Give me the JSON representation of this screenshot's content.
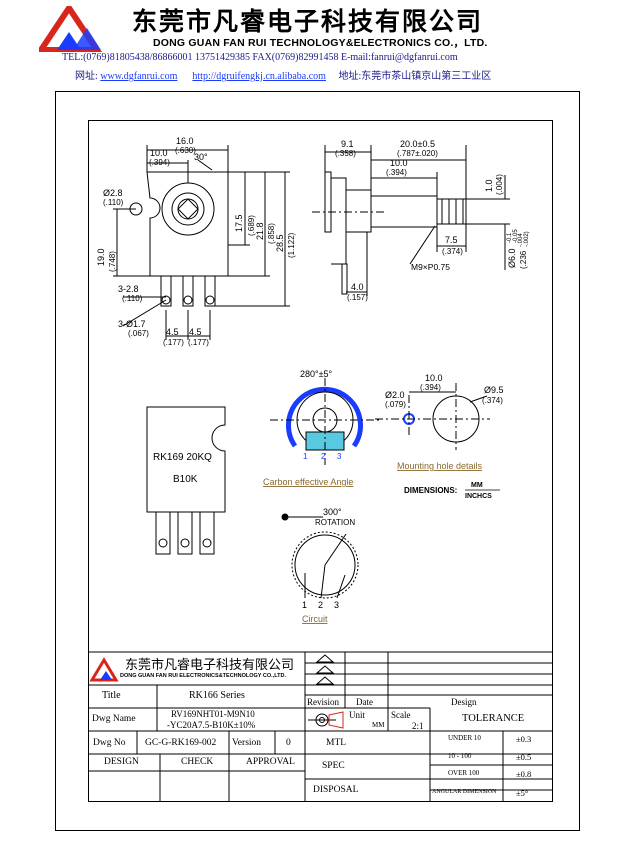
{
  "header": {
    "company_cn": "东莞市凡睿电子科技有限公司",
    "company_en": "DONG GUAN FAN RUI TECHNOLOGY&ELECTRONICS CO.，LTD.",
    "contact_line": "TEL:(0769)81805438/86866001 13751429385 FAX(0769)82991458   E-mail:fanrui@dgfanrui.com",
    "web_label": "网址:",
    "web_url1": "www.dgfanrui.com",
    "web_url2": "http://dgruifengkj.cn.alibaba.com",
    "address": "地址:东莞市茶山镇京山第三工业区",
    "colors": {
      "logo_red": "#d9261c",
      "link_blue": "#1a3cff",
      "text_navy": "#1a1a8c"
    }
  },
  "drawing": {
    "dims_front": [
      "16.0",
      "(.630)",
      "10.0",
      "(.394)",
      "30°",
      "Ø2.8",
      "(.110)",
      "17.5",
      "(.689)",
      "21.8",
      "(.858)",
      "28.5",
      "(1.122)",
      "19.0",
      "(.748)",
      "3-2.8",
      "(.110)",
      "3-Ø1.7",
      "(.067)",
      "4.5",
      "(.177)",
      "4.5",
      "(.177)"
    ],
    "dims_side": [
      "9.1",
      "(.358)",
      "20.0±0.5",
      "(.787±.020)",
      "10.0",
      "(.394)",
      "1.0",
      "(.004)",
      "7.5",
      "(.374)",
      "M9×P0.75",
      "4.0",
      "(.157)",
      "Ø6.0",
      "-0.1",
      "-0.05",
      "(.236",
      "-.004",
      "-.002)"
    ],
    "angle_label": "280°±5°",
    "carbon_caption": "Carbon effective Angle",
    "terminal_numbers": [
      "1",
      "2",
      "3"
    ],
    "mount_dims": [
      "10.0",
      "(.394)",
      "Ø2.0",
      "(.079)",
      "Ø9.5",
      "(.374)"
    ],
    "mount_caption": "Mounting hole details",
    "dimensions_label": "DIMENSIONS:",
    "dim_units_top": "MM",
    "dim_units_bottom": "INCHCS",
    "body_label_1": "RK169 20KQ",
    "body_label_2": "B10K",
    "rotation_label_1": "300°",
    "rotation_label_2": "ROTATION",
    "circuit_caption": "Circuit"
  },
  "title_block": {
    "company_cn": "东莞市凡睿电子科技有限公司",
    "company_en": "DONG GUAN FAN RUI ELECTRONICS&TECHNOLOGY CO.,LTD.",
    "title_label": "Title",
    "title_value": "RK166 Series",
    "dwg_name_label": "Dwg Name",
    "dwg_name_line1": "RV169NHT01-M9N10",
    "dwg_name_line2": "-YC20A7.5-B10K±10%",
    "dwg_no_label": "Dwg No",
    "dwg_no_value": "GC-G-RK169-002",
    "version_label": "Version",
    "version_value": "0",
    "design_label": "DESIGN",
    "check_label": "CHECK",
    "approval_label": "APPROVAL",
    "revision_label": "Revision",
    "date_label": "Date",
    "design_col_label": "Design",
    "unit_label": "Unit",
    "unit_value": "MM",
    "scale_label": "Scale",
    "scale_value": "2:1",
    "tolerance_label": "TOLERANCE",
    "mtl_label": "MTL",
    "spec_label": "SPEC",
    "disposal_label": "DISPOSAL",
    "tol_rows": [
      {
        "label": "UNDER 10",
        "value": "±0.3"
      },
      {
        "label": "10 - 100",
        "value": "±0.5"
      },
      {
        "label": "OVER 100",
        "value": "±0.8"
      },
      {
        "label": "ANGULAR DIMENSION",
        "value": "±5°"
      }
    ]
  }
}
